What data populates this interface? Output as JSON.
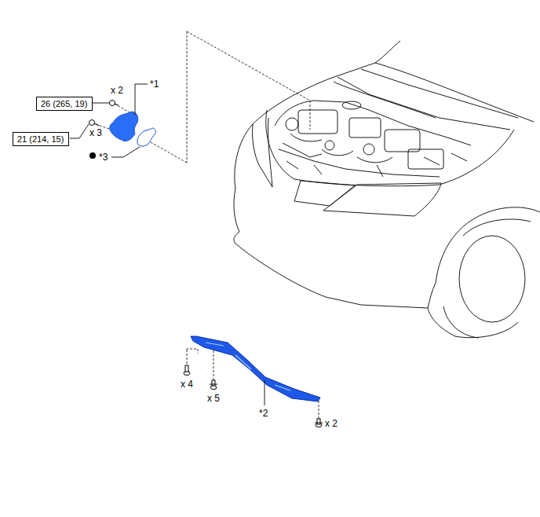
{
  "diagram": {
    "nodes": [
      {
        "text": [
          "26 (265, 19)"
        ]
      },
      {
        "text": [
          "21 (214, 15)"
        ]
      }
    ],
    "labels": [
      "x 2",
      "*1",
      "x 3",
      "*3",
      "x 4",
      "x 5",
      "*2",
      "x 2"
    ]
  }
}
